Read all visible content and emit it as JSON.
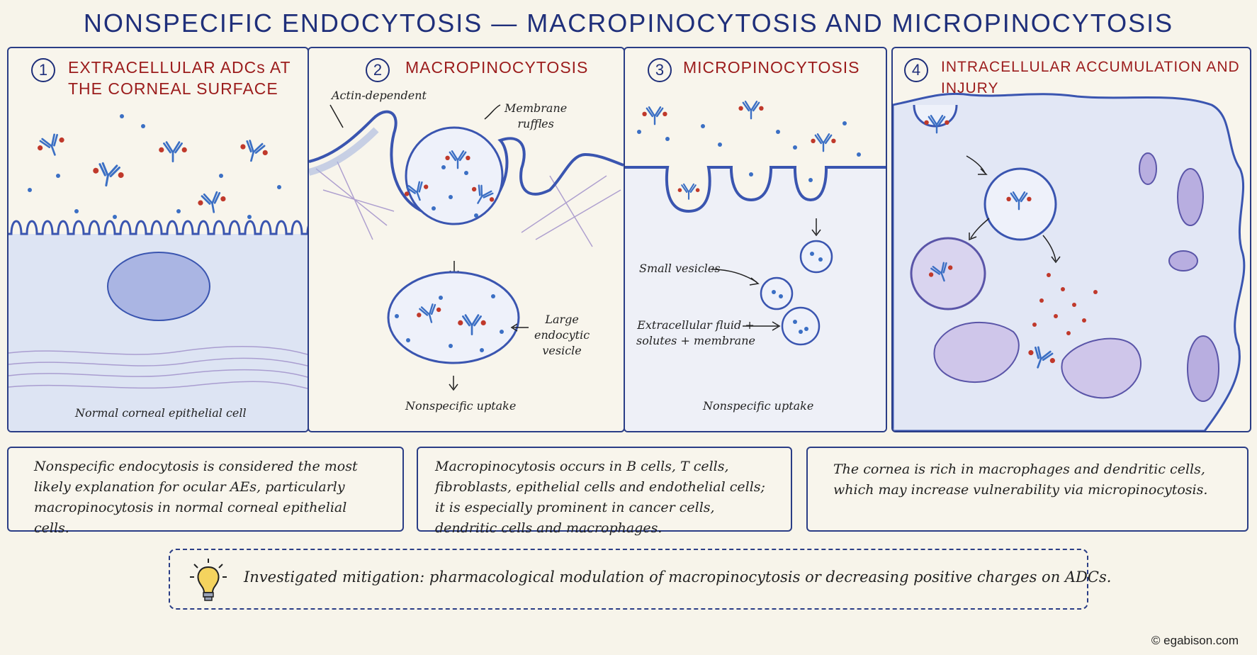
{
  "title": "NONSPECIFIC ENDOCYTOSIS — MACROPINOCYTOSIS AND MICROPINOCYTOSIS",
  "panels": [
    {
      "number": "1",
      "title": "EXTRACELLULAR ADCs AT\nTHE CORNEAL SURFACE",
      "labels": {
        "caption": "Normal corneal epithelial cell"
      }
    },
    {
      "number": "2",
      "title": "MACROPINOCYTOSIS",
      "labels": {
        "actin": "Actin-dependent",
        "ruffles": "Membrane\nruffles",
        "vesicle": "Large\nendocytic\nvesicle",
        "uptake": "Nonspecific uptake"
      }
    },
    {
      "number": "3",
      "title": "MICROPINOCYTOSIS",
      "labels": {
        "small": "Small vesicles",
        "fluid": "Extracellular fluid +\nsolutes + membrane",
        "uptake": "Nonspecific uptake"
      }
    },
    {
      "number": "4",
      "title": "INTRACELLULAR ACCUMULATION AND INJURY"
    }
  ],
  "notes": [
    "Nonspecific endocytosis is considered the most likely explanation for ocular AEs, particularly macropinocytosis in normal corneal epithelial cells.",
    "Macropinocytosis occurs in B cells, T cells, fibroblasts, epithelial cells and endothelial cells; it is especially prominent in cancer cells, dendritic cells and macrophages.",
    "The cornea is rich in macrophages and dendritic cells, which may increase vulnerability via micropinocytosis."
  ],
  "mitigation": "Investigated mitigation: pharmacological modulation of macropinocytosis or decreasing positive charges on ADCs.",
  "copyright": "© egabison.com",
  "colors": {
    "title": "#1f2f7a",
    "panel_title": "#9b1c1c",
    "border": "#2a3d86",
    "membrane": "#3a55b0",
    "antibody": "#3b6fc4",
    "payload": "#c0392b"
  },
  "icons": [
    "lightbulb-icon",
    "antibody-icon",
    "arrow-icon"
  ]
}
